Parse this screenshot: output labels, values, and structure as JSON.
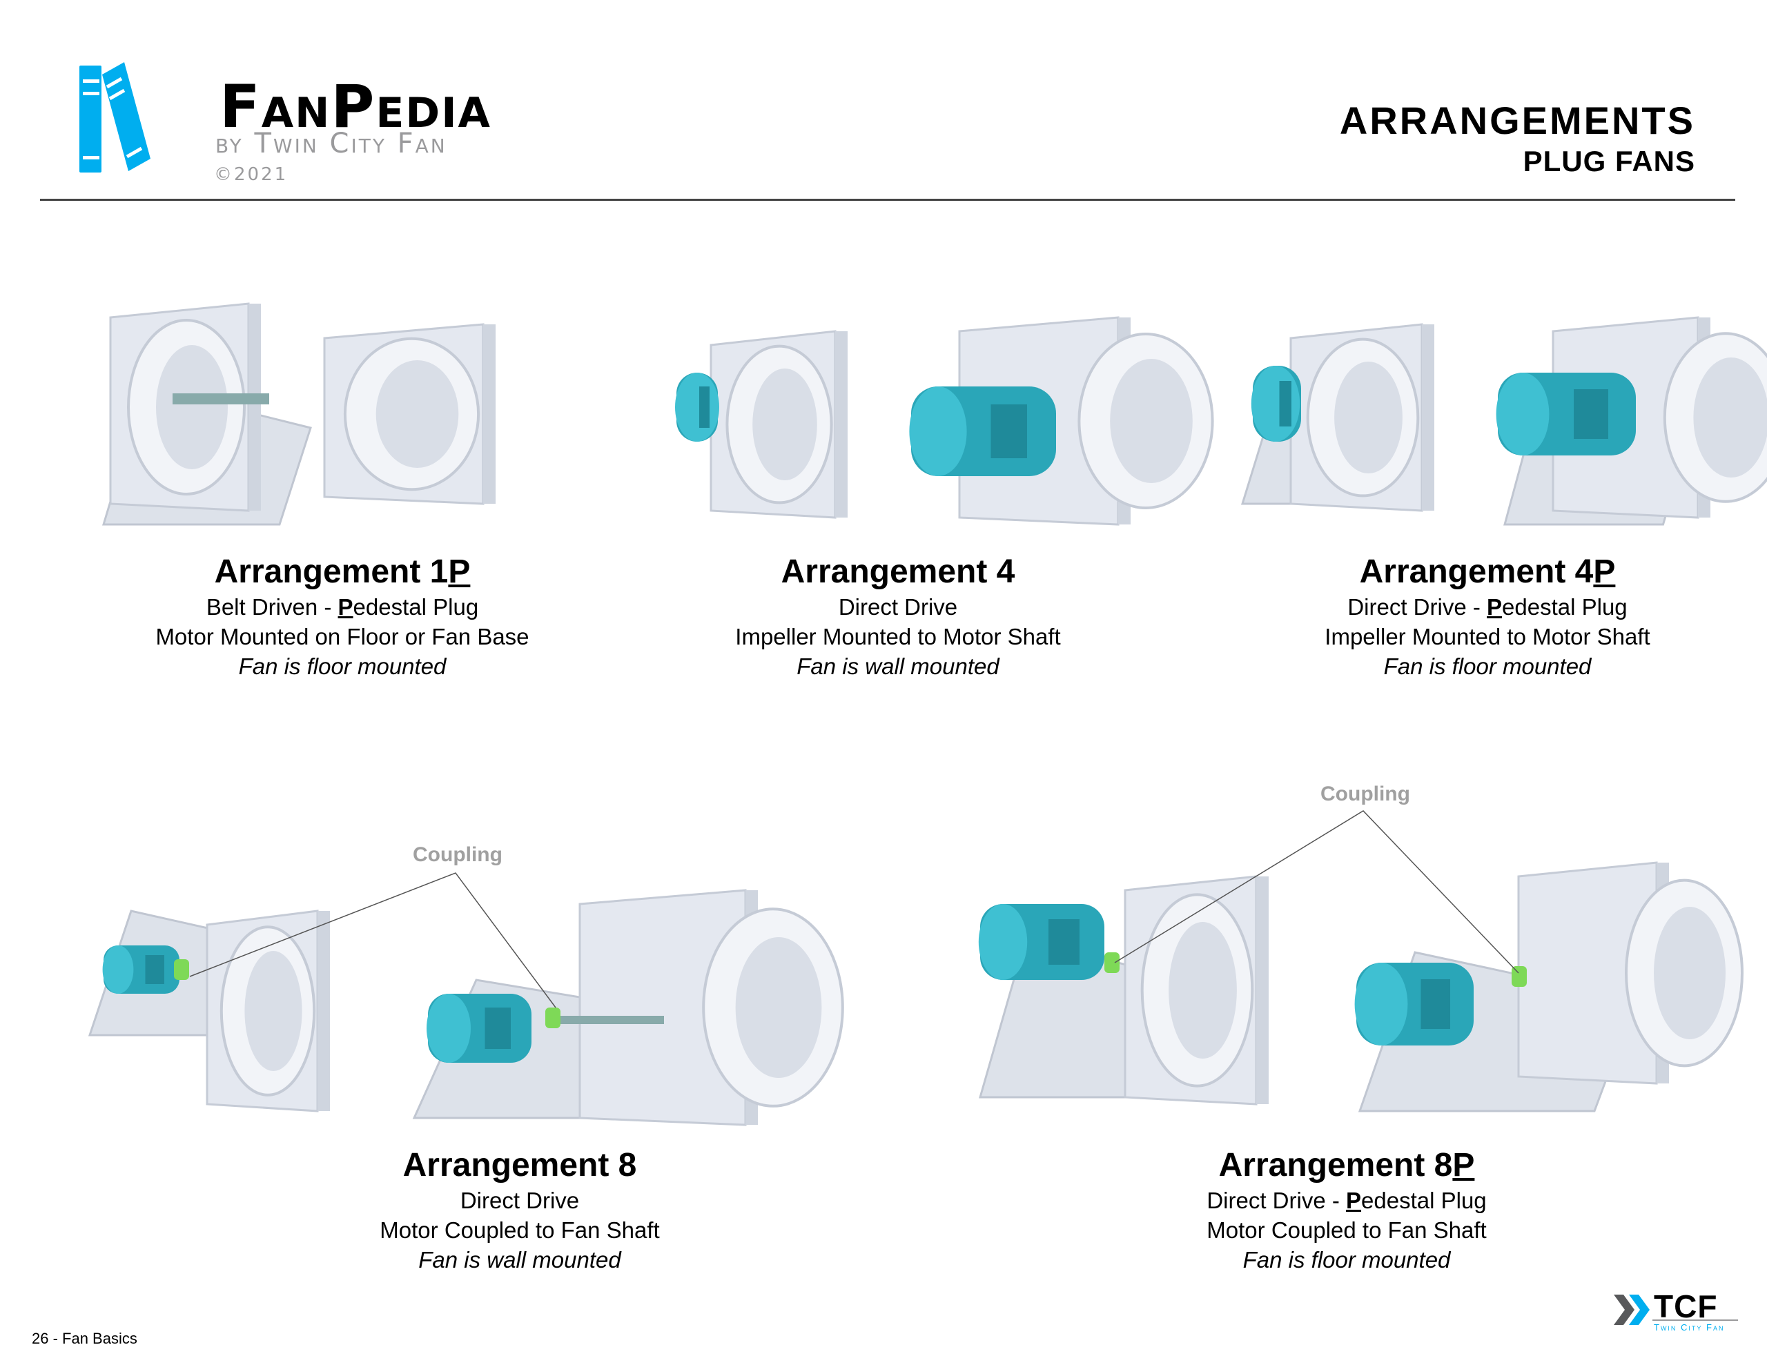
{
  "header": {
    "brand_part1": "Fan",
    "brand_part2": "Pedia",
    "byline": "by Twin City Fan",
    "copyright": "©2021",
    "title": "ARRANGEMENTS",
    "subtitle": "PLUG FANS"
  },
  "colors": {
    "accent_blue": "#00aeef",
    "motor_teal": "#2aa6b8",
    "coupling_green": "#7ed957",
    "housing": "#e4e8f0"
  },
  "arrangements": [
    {
      "title_prefix": "Arrangement 1",
      "title_u": "P",
      "line1_pre": "Belt Driven - ",
      "line1_u": "P",
      "line1_post": "edestal Plug",
      "line2": "Motor Mounted on Floor or Fan Base",
      "line3": "Fan is floor mounted"
    },
    {
      "title_prefix": "Arrangement 4",
      "title_u": "",
      "line1_pre": "Direct Drive",
      "line1_u": "",
      "line1_post": "",
      "line2": "Impeller Mounted to Motor Shaft",
      "line3": "Fan is wall mounted"
    },
    {
      "title_prefix": "Arrangement 4",
      "title_u": "P",
      "line1_pre": "Direct Drive - ",
      "line1_u": "P",
      "line1_post": "edestal Plug",
      "line2": "Impeller Mounted to Motor Shaft",
      "line3": "Fan is floor mounted"
    },
    {
      "title_prefix": "Arrangement 8",
      "title_u": "",
      "line1_pre": "Direct Drive",
      "line1_u": "",
      "line1_post": "",
      "line2": "Motor Coupled to Fan Shaft",
      "line3": "Fan is wall mounted"
    },
    {
      "title_prefix": "Arrangement 8",
      "title_u": "P",
      "line1_pre": "Direct Drive - ",
      "line1_u": "P",
      "line1_post": "edestal Plug",
      "line2": "Motor Coupled to Fan Shaft",
      "line3": "Fan is floor mounted"
    }
  ],
  "coupling_label": "Coupling",
  "footer": {
    "page": "26 - Fan Basics",
    "logo_text": "TCF",
    "logo_sub": "Twin City Fan"
  }
}
